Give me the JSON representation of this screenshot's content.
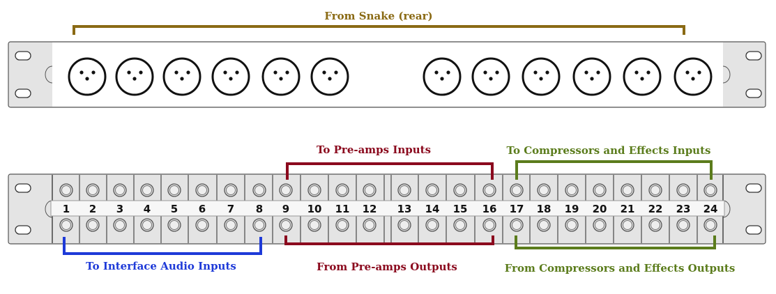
{
  "labels": {
    "snake": "From Snake (rear)",
    "preamp_in": "To Pre-amps Inputs",
    "comp_in": "To Compressors and Effects Inputs",
    "interface_in": "To Interface Audio Inputs",
    "preamp_out": "From Pre-amps Outputs",
    "comp_out": "From Compressors and Effects Outputs"
  },
  "channels": [
    "1",
    "2",
    "3",
    "4",
    "5",
    "6",
    "7",
    "8",
    "9",
    "10",
    "11",
    "12",
    "13",
    "14",
    "15",
    "16",
    "17",
    "18",
    "19",
    "20",
    "21",
    "22",
    "23",
    "24"
  ],
  "xlr_count": 12,
  "colors": {
    "snake": "#8a6a14",
    "preamp": "#8b0a1e",
    "comp": "#5b7c1c",
    "interface": "#1e3ad8"
  }
}
